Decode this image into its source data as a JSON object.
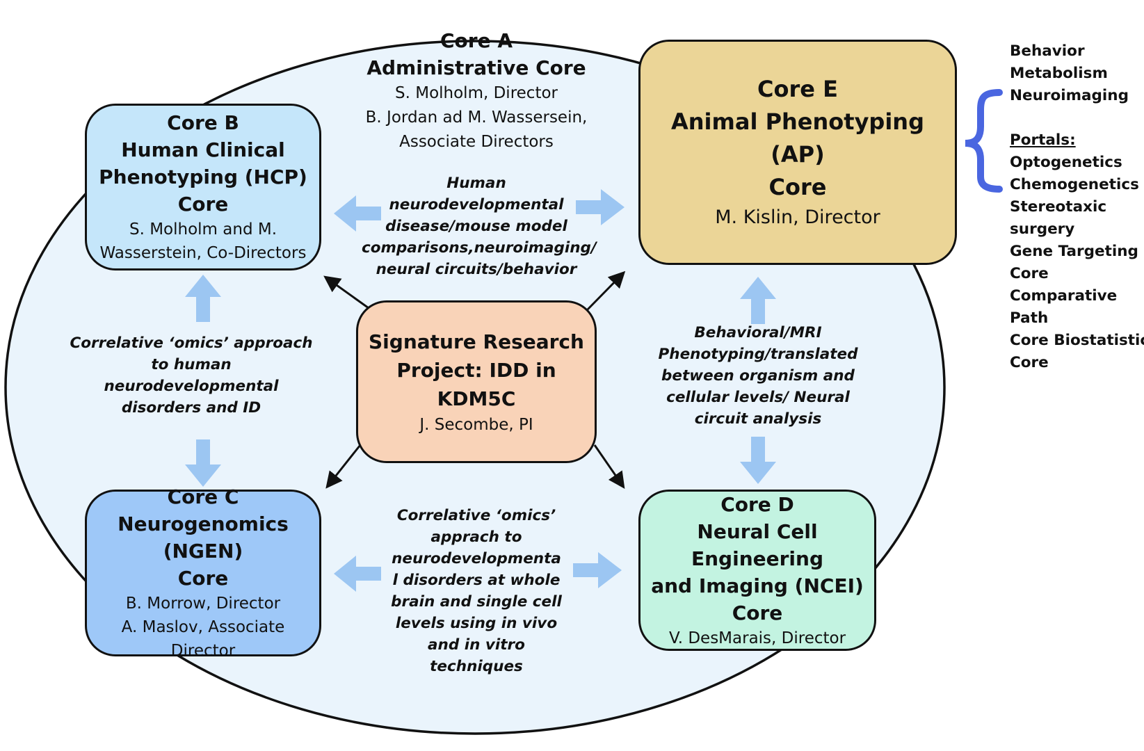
{
  "colors": {
    "ellipse_fill": "#eaf4fc",
    "arrow_fill": "#9cc6f2",
    "core_b_fill": "#c5e6fa",
    "core_c_fill": "#9ec8f8",
    "core_d_fill": "#c3f3e1",
    "core_e_fill": "#ebd597",
    "signature_fill": "#f9d3b8",
    "brace": "#4a66e0"
  },
  "core_a": {
    "title": "Core A",
    "subtitle": "Administrative Core",
    "director": "S. Molholm, Director",
    "associates_1": "B. Jordan ad M. Wassersein,",
    "associates_2": "Associate Directors"
  },
  "core_b": {
    "line1": "Core B",
    "line2": "Human Clinical",
    "line3": "Phenotyping (HCP)",
    "line4": "Core",
    "people1": "S. Molholm and M.",
    "people2": "Wasserstein, Co-Directors"
  },
  "core_c": {
    "line1": "Core C",
    "line2": "Neurogenomics (NGEN)",
    "line3": "Core",
    "people1": "B. Morrow, Director",
    "people2": "A. Maslov, Associate",
    "people3": "Director"
  },
  "core_d": {
    "line1": "Core D",
    "line2": "Neural Cell Engineering",
    "line3": "and Imaging (NCEI)",
    "line4": "Core",
    "people1": "V. DesMarais, Director"
  },
  "core_e": {
    "line1": "Core E",
    "line2": "Animal Phenotyping (AP)",
    "line3": "Core",
    "people1": "M. Kislin, Director"
  },
  "signature": {
    "line1": "Signature Research",
    "line2": "Project: IDD in KDM5C",
    "people1": "J. Secombe, PI"
  },
  "labels": {
    "top": [
      "Human",
      "neurodevelopmental",
      "disease/mouse model",
      "comparisons,neuroimaging/",
      "neural circuits/behavior"
    ],
    "left": [
      "Correlative ‘omics’ approach",
      "to human",
      "neurodevelopmental",
      "disorders and ID"
    ],
    "right": [
      "Behavioral/MRI",
      "Phenotyping/translated",
      "between organism and",
      "cellular levels/ Neural",
      "circuit analysis"
    ],
    "bottom": [
      "Correlative ‘omics’",
      "apprach to",
      "neurodevelopmenta",
      "l disorders at whole",
      "brain and single cell",
      "levels using in vivo",
      "and in vitro",
      "techniques"
    ]
  },
  "side_list": {
    "items_top": [
      "Behavior",
      "Metabolism",
      "Neuroimaging"
    ],
    "portals_heading": "Portals:",
    "portals": [
      "Optogenetics",
      "Chemogenetics",
      "Stereotaxic",
      "surgery",
      "Gene Targeting",
      "Core",
      "Comparative",
      "Path",
      "Core Biostatistics",
      "Core"
    ]
  }
}
